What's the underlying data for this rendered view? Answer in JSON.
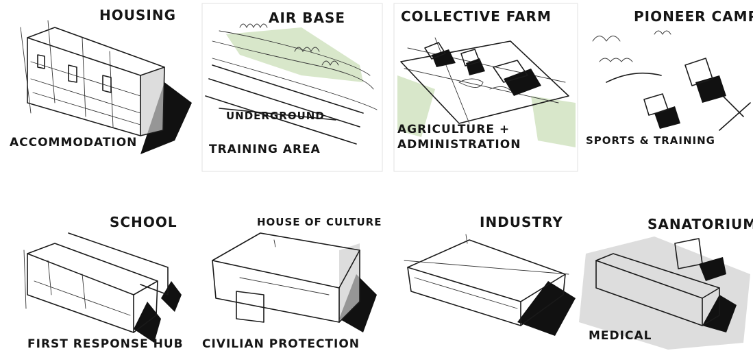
{
  "panels": [
    {
      "title": "HOUSING",
      "function": "ACCOMMODATION"
    },
    {
      "title": "AIR BASE",
      "function": "TRAINING AREA",
      "extra": "UNDERGROUND"
    },
    {
      "title": "COLLECTIVE FARM",
      "function": "AGRICULTURE + ADMINISTRATION"
    },
    {
      "title": "PIONEER CAMP",
      "function": "SPORTS & TRAINING"
    },
    {
      "title": "SCHOOL",
      "function": "FIRST RESPONSE HUB"
    },
    {
      "title": "HOUSE OF CULTURE",
      "function": "CIVILIAN PROTECTION"
    },
    {
      "title": "INDUSTRY",
      "function": ""
    },
    {
      "title": "SANATORIUM",
      "function": "MEDICAL"
    }
  ]
}
